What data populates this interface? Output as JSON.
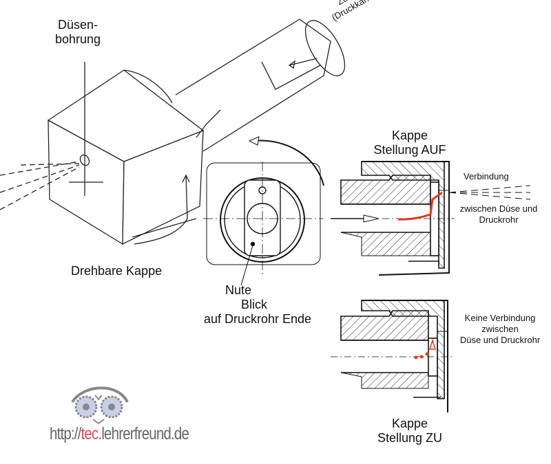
{
  "labels": {
    "duesenbohrung_1": "Düsen-",
    "duesenbohrung_2": "bohrung",
    "zufluss": "Zufluss",
    "druckkanal": "(Druckkanal)",
    "drehbare_kappe": "Drehbare Kappe",
    "nute": "Nute",
    "blick_1": "Blick",
    "blick_2": "auf Druckrohr Ende",
    "kappe_auf_1": "Kappe",
    "kappe_auf_2": "Stellung AUF",
    "verbindung": "Verbindung",
    "zwischen_auf_1": "zwischen Düse und",
    "zwischen_auf_2": "Druckrohr",
    "keine_1": "Keine Verbindung",
    "keine_2": "zwischen",
    "keine_3": "Düse und Druckrohr",
    "kappe_zu_1": "Kappe",
    "kappe_zu_2": "Stellung ZU"
  },
  "logo": {
    "url_prefix": "http://",
    "url_highlight": "tec",
    "url_suffix": ".lehrerfreund.de"
  },
  "colors": {
    "flow": "#e0381f",
    "line": "#111111",
    "logo_accent": "#e04a5a"
  }
}
